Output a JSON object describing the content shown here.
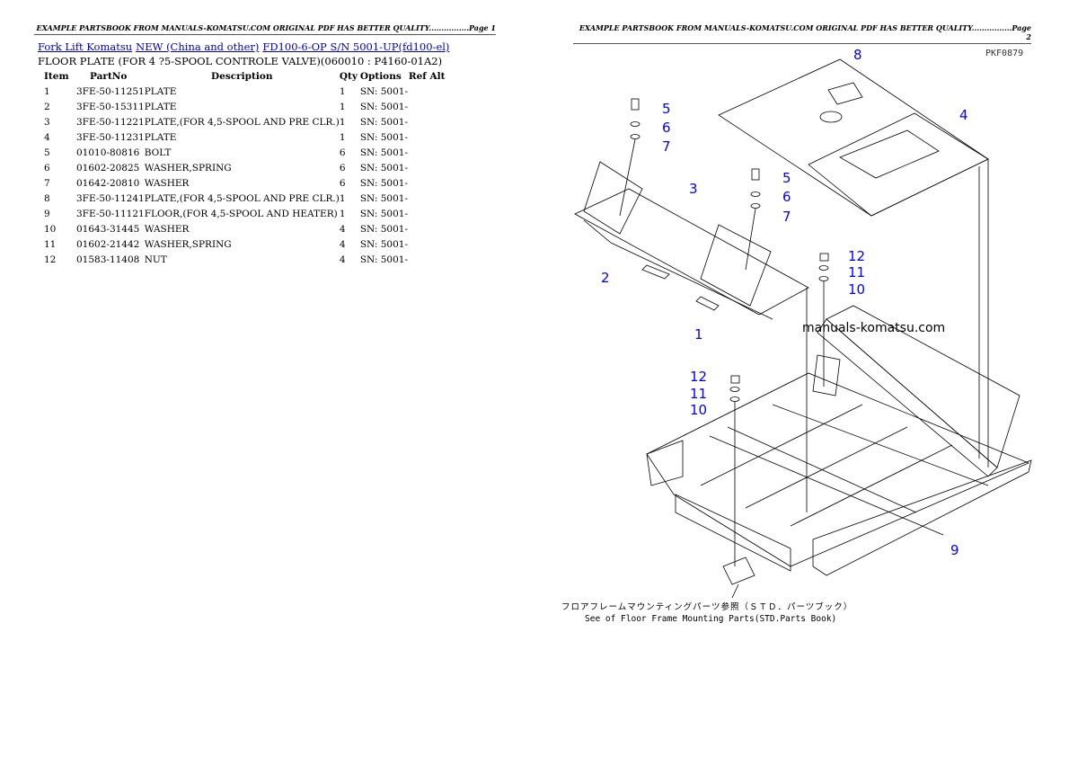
{
  "page1_header": "EXAMPLE PARTSBOOK FROM MANUALS-KOMATSU.COM ORIGINAL PDF HAS BETTER QUALITY................Page 1",
  "page2_header": "EXAMPLE PARTSBOOK FROM MANUALS-KOMATSU.COM ORIGINAL PDF HAS BETTER QUALITY................Page 2",
  "breadcrumb": [
    {
      "label": "Fork Lift Komatsu"
    },
    {
      "label": "NEW (China and other)"
    },
    {
      "label": "FD100-6-OP S/N 5001-UP(fd100-el)"
    }
  ],
  "subtitle": "FLOOR PLATE (FOR 4 ?5-SPOOL CONTROLE VALVE)(060010 : P4160-01A2)",
  "table": {
    "headers": {
      "item": "Item",
      "partno": "PartNo",
      "description": "Description",
      "qty": "Qty",
      "options": "Options",
      "refalt": "Ref Alt"
    },
    "rows": [
      {
        "item": "1",
        "partno": "3FE-50-11251",
        "description": "PLATE",
        "qty": "1",
        "options": "SN: 5001-"
      },
      {
        "item": "2",
        "partno": "3FE-50-15311",
        "description": "PLATE",
        "qty": "1",
        "options": "SN: 5001-"
      },
      {
        "item": "3",
        "partno": "3FE-50-11221",
        "description": "PLATE,(FOR 4,5-SPOOL AND PRE CLR.)",
        "qty": "1",
        "options": "SN: 5001-"
      },
      {
        "item": "4",
        "partno": "3FE-50-11231",
        "description": "PLATE",
        "qty": "1",
        "options": "SN: 5001-"
      },
      {
        "item": "5",
        "partno": "01010-80816",
        "description": "BOLT",
        "qty": "6",
        "options": "SN: 5001-"
      },
      {
        "item": "6",
        "partno": "01602-20825",
        "description": "WASHER,SPRING",
        "qty": "6",
        "options": "SN: 5001-"
      },
      {
        "item": "7",
        "partno": "01642-20810",
        "description": "WASHER",
        "qty": "6",
        "options": "SN: 5001-"
      },
      {
        "item": "8",
        "partno": "3FE-50-11241",
        "description": "PLATE,(FOR 4,5-SPOOL AND PRE CLR.)",
        "qty": "1",
        "options": "SN: 5001-"
      },
      {
        "item": "9",
        "partno": "3FE-50-11121",
        "description": "FLOOR,(FOR 4,5-SPOOL AND HEATER)",
        "qty": "1",
        "options": "SN: 5001-"
      },
      {
        "item": "10",
        "partno": "01643-31445",
        "description": "WASHER",
        "qty": "4",
        "options": "SN: 5001-"
      },
      {
        "item": "11",
        "partno": "01602-21442",
        "description": "WASHER,SPRING",
        "qty": "4",
        "options": "SN: 5001-"
      },
      {
        "item": "12",
        "partno": "01583-11408",
        "description": "NUT",
        "qty": "4",
        "options": "SN: 5001-"
      }
    ]
  },
  "drawing": {
    "code": "PKF0879",
    "watermark": "manuals-komatsu.com",
    "note_jp": "フロアフレームマウンティングパーツ参照（ＳＴＤ．パーツブック）",
    "note_en": "See of Floor Frame Mounting Parts(STD.Parts Book)",
    "callouts": [
      "8",
      "4",
      "5",
      "6",
      "7",
      "3",
      "5",
      "6",
      "7",
      "2",
      "1",
      "12",
      "11",
      "10",
      "12",
      "11",
      "10",
      "9"
    ],
    "callout_color": "#0000ff"
  }
}
